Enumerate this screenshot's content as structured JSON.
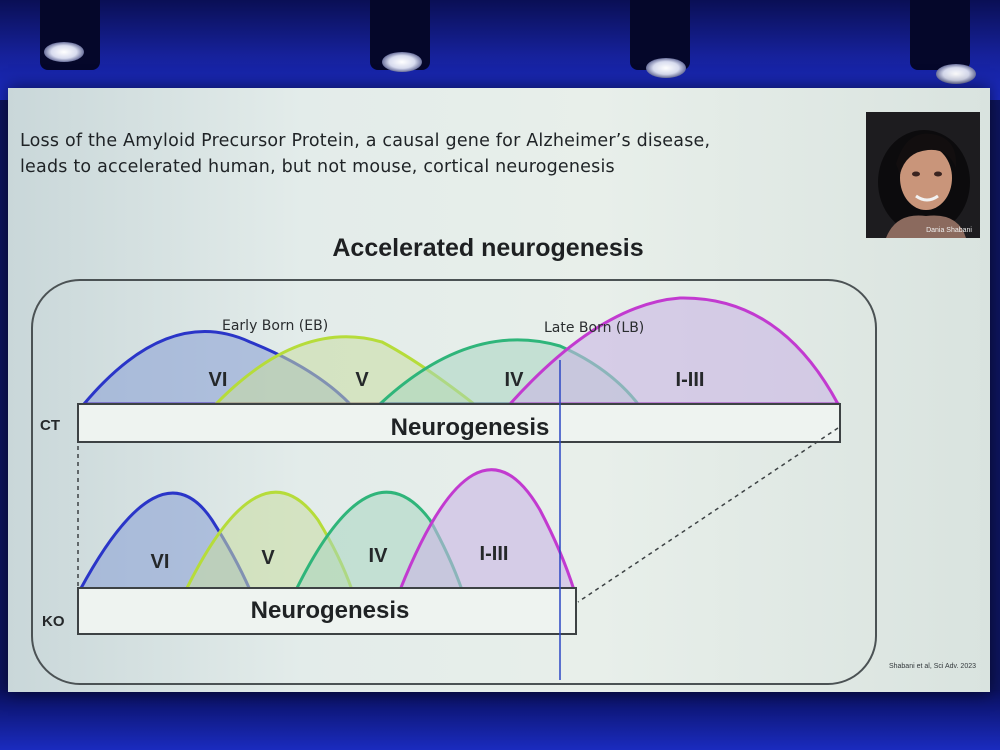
{
  "heading": {
    "line1": "Loss of the Amyloid Precursor Protein, a causal gene for Alzheimer’s disease,",
    "line2": "leads to accelerated human, but not mouse, cortical neurogenesis"
  },
  "diagram": {
    "title": "Accelerated neurogenesis",
    "early_born_label": "Early Born (EB)",
    "late_born_label": "Late Born (LB)",
    "ct_label": "CT",
    "ko_label": "KO",
    "ct_bar_label": "Neurogenesis",
    "ko_bar_label": "Neurogenesis",
    "layers": [
      {
        "label": "VI",
        "color": "#2a35c8",
        "fill": "#8ea4d6"
      },
      {
        "label": "V",
        "color": "#b6dc3a",
        "fill": "#c8dca0"
      },
      {
        "label": "IV",
        "color": "#2fb57a",
        "fill": "#a8d6c0"
      },
      {
        "label": "I-III",
        "color": "#c23ad0",
        "fill": "#c9b6e4"
      }
    ]
  },
  "webcam": {
    "name": "Dania Shabani",
    "icon": "speaker-video-icon"
  },
  "citation": "Shabani et al, Sci Adv. 2023"
}
